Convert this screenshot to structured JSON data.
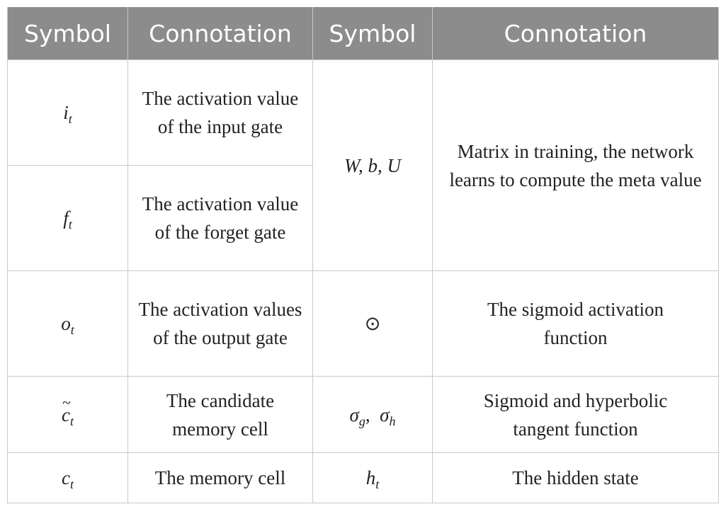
{
  "headers": {
    "symbol_1": "Symbol",
    "connotation_1": "Connotation",
    "symbol_2": "Symbol",
    "connotation_2": "Connotation"
  },
  "rows": [
    {
      "symbol_base": "i",
      "symbol_sub": "t",
      "connotation": "The activation value of the input gate"
    },
    {
      "symbol_base": "f",
      "symbol_sub": "t",
      "connotation": "The activation value of the forget gate"
    },
    {
      "symbol_base": "o",
      "symbol_sub": "t",
      "connotation": "The activation values of the output gate"
    },
    {
      "symbol_base": "c",
      "symbol_sub": "t",
      "connotation": "The candidate memory cell"
    },
    {
      "symbol_base": "c",
      "symbol_sub": "t",
      "connotation": "The memory cell"
    }
  ],
  "right": {
    "wbu_symbol": "W,  b,  U",
    "wbu_connotation": "Matrix in training, the network learns to compute the meta value",
    "odot_symbol": "⊙",
    "odot_connotation": "The sigmoid activation function",
    "sigma_g_base": "σ",
    "sigma_g_sub": "g",
    "sigma_sep": ",  ",
    "sigma_h_base": "σ",
    "sigma_h_sub": "h",
    "sigma_connotation": "Sigmoid and hyperbolic tangent function",
    "h_base": "h",
    "h_sub": "t",
    "h_connotation": "The hidden state"
  },
  "colors": {
    "header_bg": "#8c8c8c",
    "header_text": "#ffffff",
    "grid": "#c9c9c9"
  }
}
